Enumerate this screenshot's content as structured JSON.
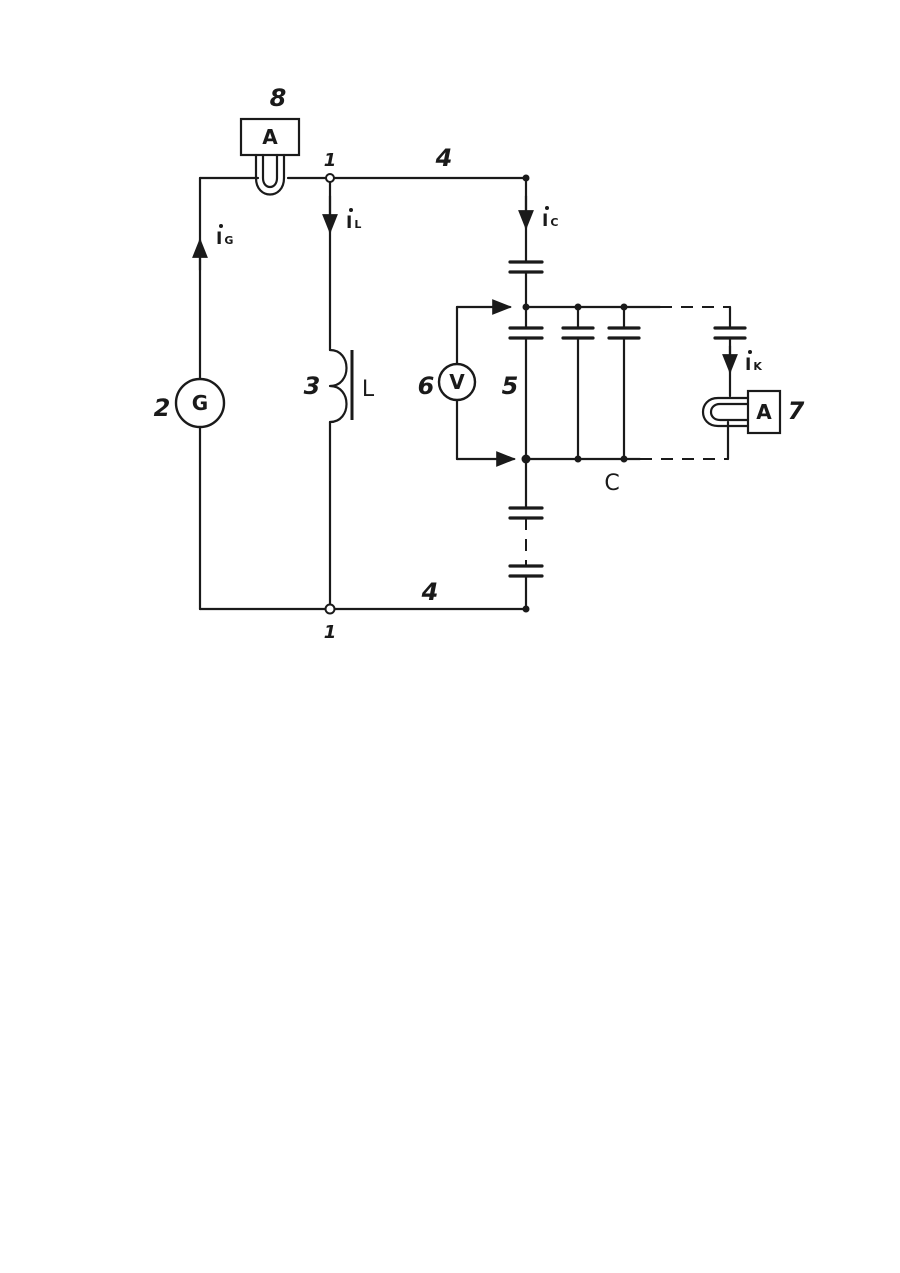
{
  "labels": {
    "terminal_top": "1",
    "terminal_bottom": "1",
    "generator_ref": "2",
    "inductor_ref": "3",
    "line_top_ref": "4",
    "line_bottom_ref": "4",
    "capacitor_bank_ref": "5",
    "voltmeter_ref": "6",
    "ammeter_right_ref": "7",
    "ammeter_top_ref": "8",
    "inductance": "L",
    "capacitance": "C"
  },
  "meters": {
    "generator": "G",
    "voltmeter": "V",
    "ammeter_top": "A",
    "ammeter_right": "A"
  },
  "currents": {
    "generator": {
      "symbol": "I",
      "sub": "G"
    },
    "inductor": {
      "symbol": "I",
      "sub": "L"
    },
    "capacitor": {
      "symbol": "I",
      "sub": "C"
    },
    "branch": {
      "symbol": "I",
      "sub": "K"
    }
  }
}
